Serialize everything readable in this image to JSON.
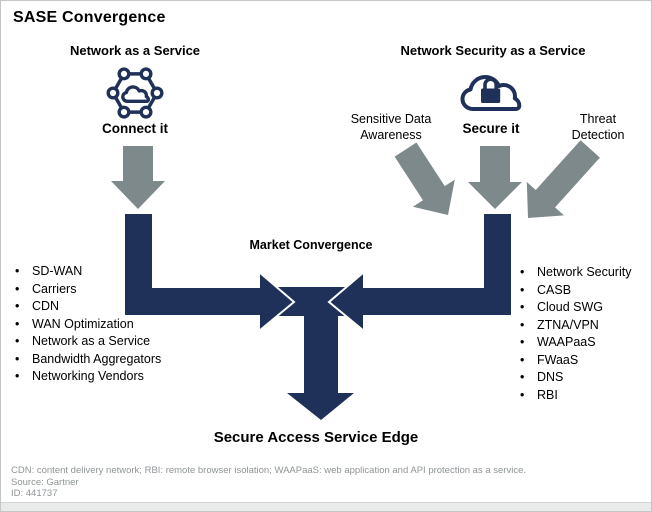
{
  "colors": {
    "navy": "#1f3159",
    "arrow-gray": "#7e898c",
    "text": "#000000",
    "footer-text": "#8f9496",
    "frame": "#c2c6c7"
  },
  "title": "SASE Convergence",
  "bullet": "•",
  "left_branch": {
    "heading": "Network as a Service",
    "icon": "network-cloud-icon",
    "label": "Connect it",
    "items": [
      "SD-WAN",
      "Carriers",
      "CDN",
      "WAN Optimization",
      "Network as a Service",
      "Bandwidth Aggregators",
      "Networking Vendors"
    ]
  },
  "right_branch": {
    "heading": "Network Security as a Service",
    "icon": "secure-cloud-lock-icon",
    "label": "Secure it",
    "input_left": "Sensitive Data Awareness",
    "input_right": "Threat Detection",
    "items": [
      "Network Security",
      "CASB",
      "Cloud SWG",
      "ZTNA/VPN",
      "WAAPaaS",
      "FWaaS",
      "DNS",
      "RBI"
    ]
  },
  "center": {
    "label": "Market Convergence",
    "result": "Secure Access Service Edge"
  },
  "footer": {
    "note": "CDN: content delivery network; RBI: remote browser isolation; WAAPaaS: web application and API protection as a service.",
    "source": "Source: Gartner",
    "id": "ID: 441737"
  }
}
